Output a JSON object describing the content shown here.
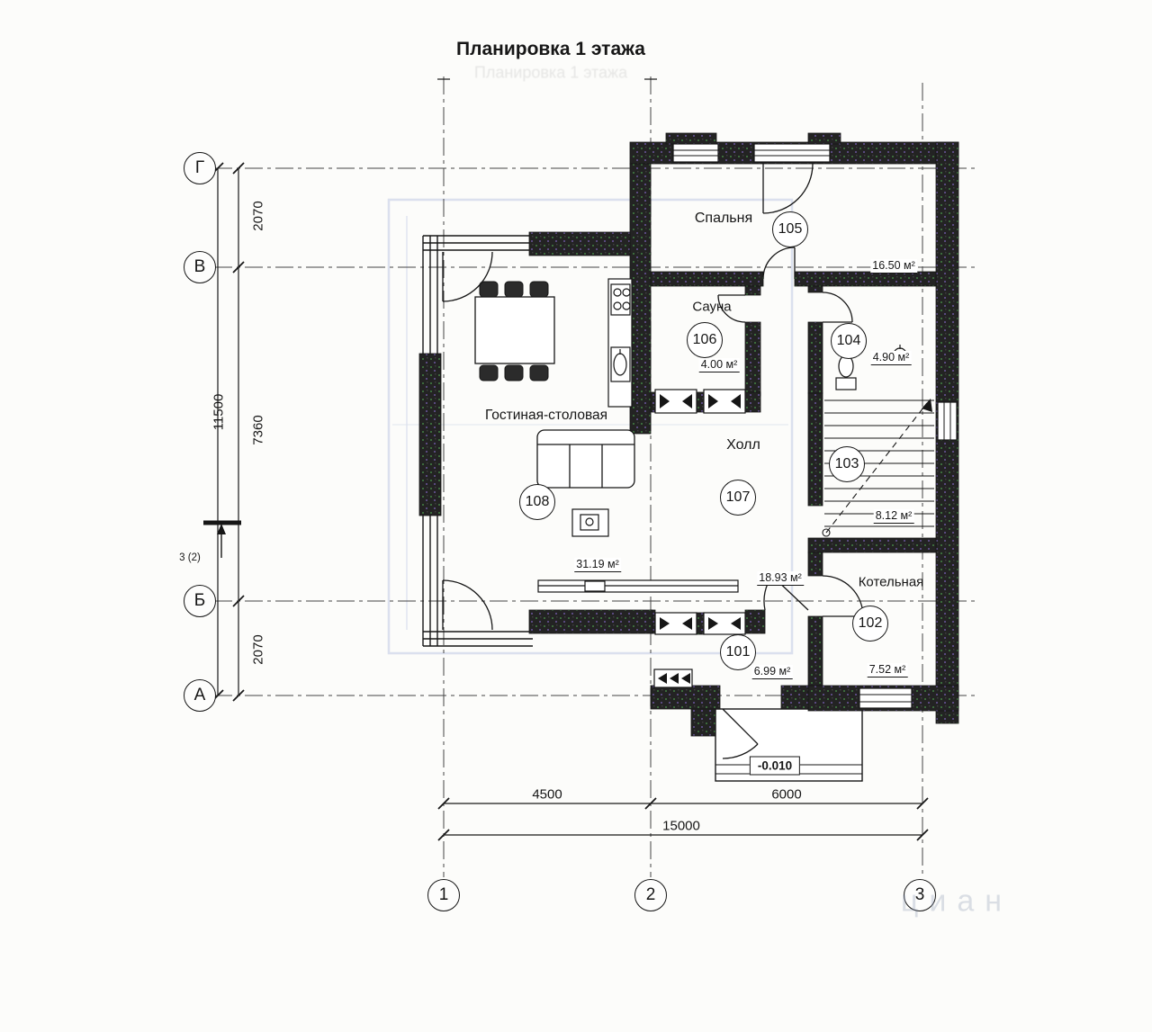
{
  "title": "Планировка 1 этажа",
  "axes": {
    "rows": [
      "Г",
      "В",
      "Б",
      "А"
    ],
    "cols": [
      "1",
      "2",
      "3"
    ]
  },
  "dims": {
    "left_segments": [
      "2070",
      "7360",
      "2070"
    ],
    "left_total": "11500",
    "bottom_segments": [
      "4500",
      "6000"
    ],
    "bottom_total": "15000"
  },
  "marks": {
    "section": "3 (2)",
    "elevation": "-0.010"
  },
  "rooms": {
    "bedroom": {
      "name": "Спальня",
      "num": "105",
      "area": "16.50 м²"
    },
    "sauna": {
      "name": "Сауна",
      "num": "106",
      "area": "4.00 м²"
    },
    "wc": {
      "num": "104",
      "area": "4.90 м²"
    },
    "stairs": {
      "num": "103",
      "area": "8.12 м²"
    },
    "living": {
      "name": "Гостиная-столовая",
      "num": "108",
      "area": "31.19 м²"
    },
    "hall": {
      "name": "Холл",
      "num": "107",
      "area": "18.93 м²"
    },
    "boiler": {
      "name": "Котельная",
      "num": "102",
      "area": "7.52 м²"
    },
    "vestibule": {
      "num": "101",
      "area": "6.99 м²"
    }
  },
  "watermark": "циан",
  "colors": {
    "wall": "#232323",
    "line": "#161616",
    "grid": "#444444",
    "ghost_blue": "#93a5d6",
    "paper": "#fcfcfa"
  }
}
